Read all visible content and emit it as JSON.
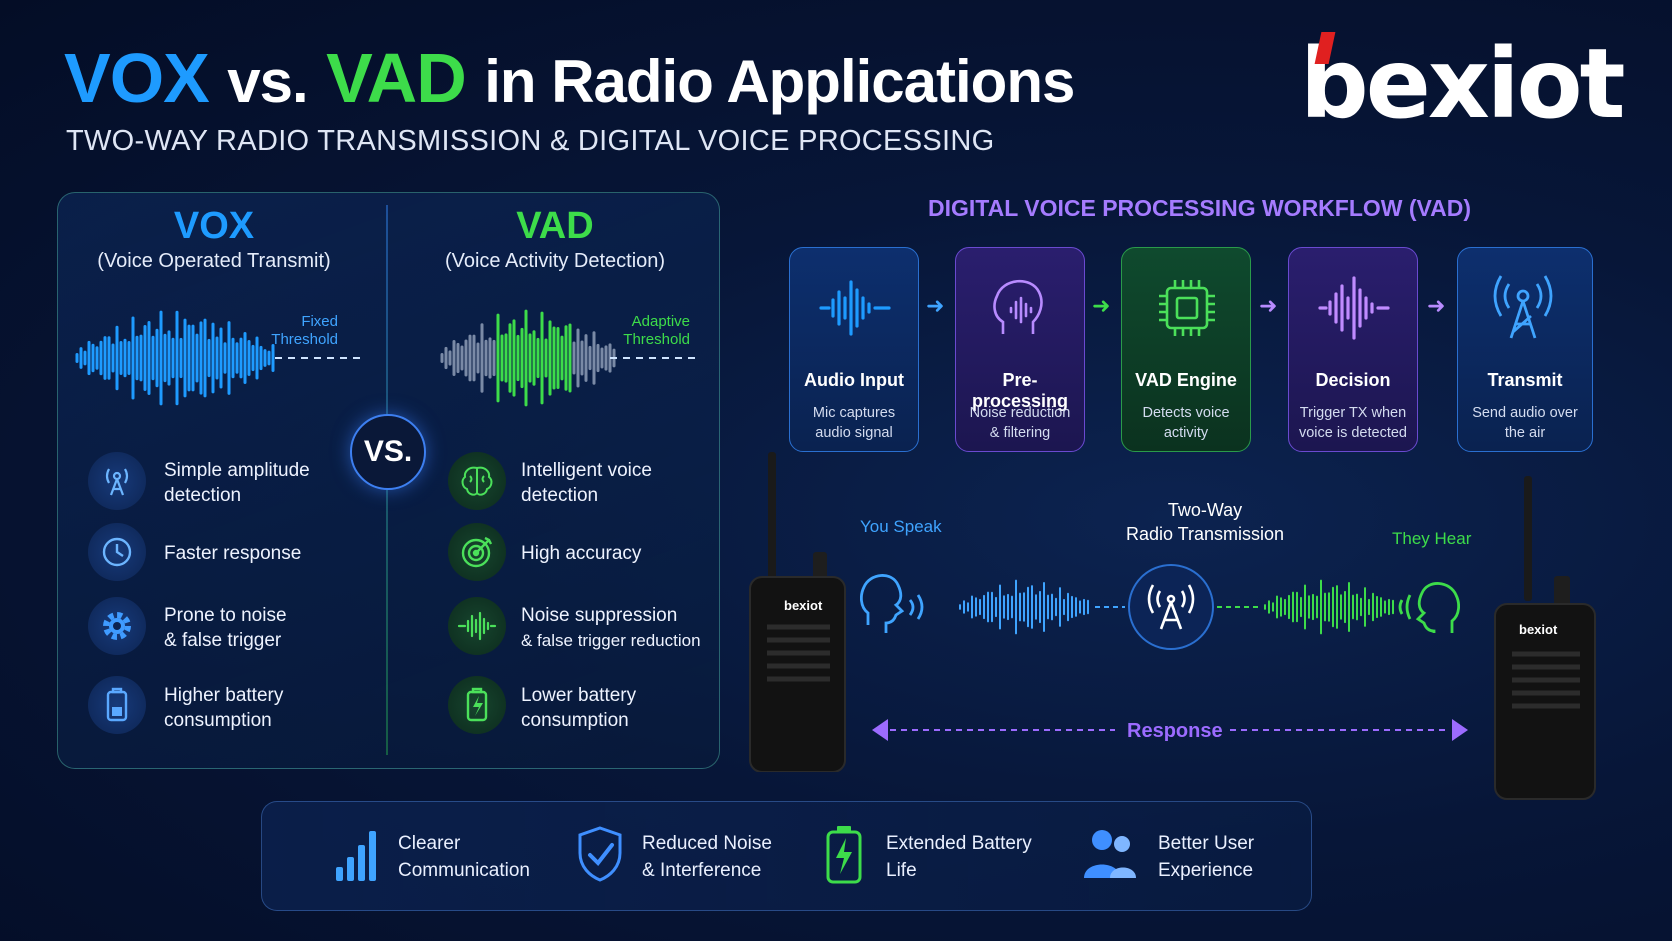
{
  "title": {
    "vox": "VOX",
    "vs": "vs.",
    "vad": "VAD",
    "rest": "in Radio Applications"
  },
  "subtitle": "TWO-WAY RADIO TRANSMISSION & DIGITAL VOICE PROCESSING",
  "logo": "bexiot",
  "compare": {
    "vs_badge": "VS.",
    "vox": {
      "title": "VOX",
      "subtitle": "(Voice Operated Transmit)",
      "threshold": [
        "Fixed",
        "Threshold"
      ],
      "features": [
        {
          "icon": "antenna-icon",
          "lines": [
            "Simple amplitude",
            "detection"
          ]
        },
        {
          "icon": "clock-icon",
          "lines": [
            "Faster response",
            ""
          ]
        },
        {
          "icon": "gear-icon",
          "lines": [
            "Prone to noise",
            "& false trigger"
          ]
        },
        {
          "icon": "battery-icon",
          "lines": [
            "Higher battery",
            "consumption"
          ]
        }
      ]
    },
    "vad": {
      "title": "VAD",
      "subtitle": "(Voice Activity Detection)",
      "threshold": [
        "Adaptive",
        "Threshold"
      ],
      "features": [
        {
          "icon": "brain-icon",
          "lines": [
            "Intelligent voice",
            "detection"
          ]
        },
        {
          "icon": "target-icon",
          "lines": [
            "High accuracy",
            ""
          ]
        },
        {
          "icon": "waveform-icon",
          "lines": [
            "Noise suppression",
            "& false trigger reduction"
          ]
        },
        {
          "icon": "battery-icon",
          "lines": [
            "Lower battery",
            "consumption"
          ]
        }
      ]
    }
  },
  "workflow": {
    "title": "DIGITAL VOICE PROCESSING WORKFLOW (VAD)",
    "steps": [
      {
        "icon": "waveform-icon",
        "name": "Audio Input",
        "desc": [
          "Mic captures",
          "audio signal"
        ],
        "color": "#1e9bff"
      },
      {
        "icon": "head-icon",
        "name": "Pre-processing",
        "desc": [
          "Noise reduction",
          "& filtering"
        ],
        "color": "#a57bff"
      },
      {
        "icon": "chip-icon",
        "name": "VAD Engine",
        "desc": [
          "Detects voice",
          "activity"
        ],
        "color": "#3ddc4a"
      },
      {
        "icon": "waveform-icon",
        "name": "Decision",
        "desc": [
          "Trigger TX when",
          "voice is detected"
        ],
        "color": "#b26bff"
      },
      {
        "icon": "antenna-icon",
        "name": "Transmit",
        "desc": [
          "Send audio over",
          "the air"
        ],
        "color": "#3fa4ff"
      }
    ]
  },
  "transmission": {
    "you_speak": "You Speak",
    "title_lines": [
      "Two-Way",
      "Radio Transmission"
    ],
    "they_hear": "They Hear",
    "response": "Response",
    "radio_label": "bexiot"
  },
  "benefits": [
    {
      "icon": "signal-bars-icon",
      "lines": [
        "Clearer",
        "Communication"
      ]
    },
    {
      "icon": "shield-icon",
      "lines": [
        "Reduced Noise",
        "& Interference"
      ]
    },
    {
      "icon": "battery-icon",
      "lines": [
        "Extended Battery",
        "Life"
      ]
    },
    {
      "icon": "users-icon",
      "lines": [
        "Better User",
        "Experience"
      ]
    }
  ],
  "colors": {
    "vox": "#1e9bff",
    "vad": "#3ddc4a",
    "workflow": "#a57bff",
    "logo_accent": "#e02020"
  }
}
